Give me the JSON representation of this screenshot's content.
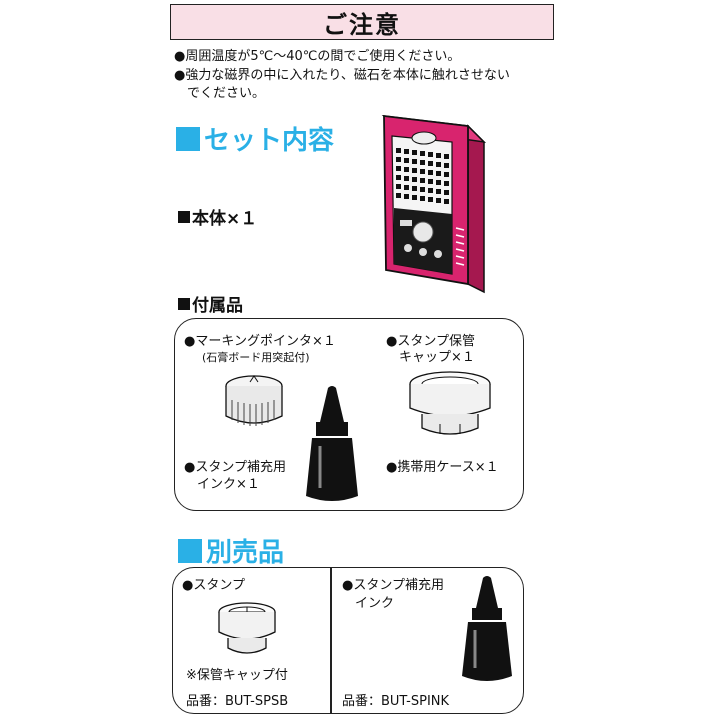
{
  "caution": {
    "title": "ご注意",
    "notes": [
      "●周囲温度が5℃～40℃の間でご使用ください。",
      "●強力な磁界の中に入れたり、磁石を本体に触れさせない",
      "　でください。"
    ]
  },
  "set_contents": {
    "heading": "セット内容",
    "main_unit": "本体×１",
    "accessories_heading": "付属品",
    "accessories": {
      "pointer_label": "●マーキングポインタ×１",
      "pointer_note": "(石膏ボード用突起付)",
      "cap_label_1": "●スタンプ保管",
      "cap_label_2": "　キャップ×１",
      "ink_label_1": "●スタンプ補充用",
      "ink_label_2": "　インク×１",
      "case_label": "●携帯用ケース×１"
    }
  },
  "sold_separately": {
    "heading": "別売品",
    "stamp": {
      "label": "●スタンプ",
      "note": "※保管キャップ付",
      "part_no": "品番：BUT-SPSB"
    },
    "ink": {
      "label_1": "●スタンプ補充用",
      "label_2": "　インク",
      "part_no": "品番：BUT-SPINK"
    }
  },
  "colors": {
    "accent_blue": "#2ab0e6",
    "caution_bg": "#f9dfe6",
    "device_magenta": "#d8246e"
  }
}
